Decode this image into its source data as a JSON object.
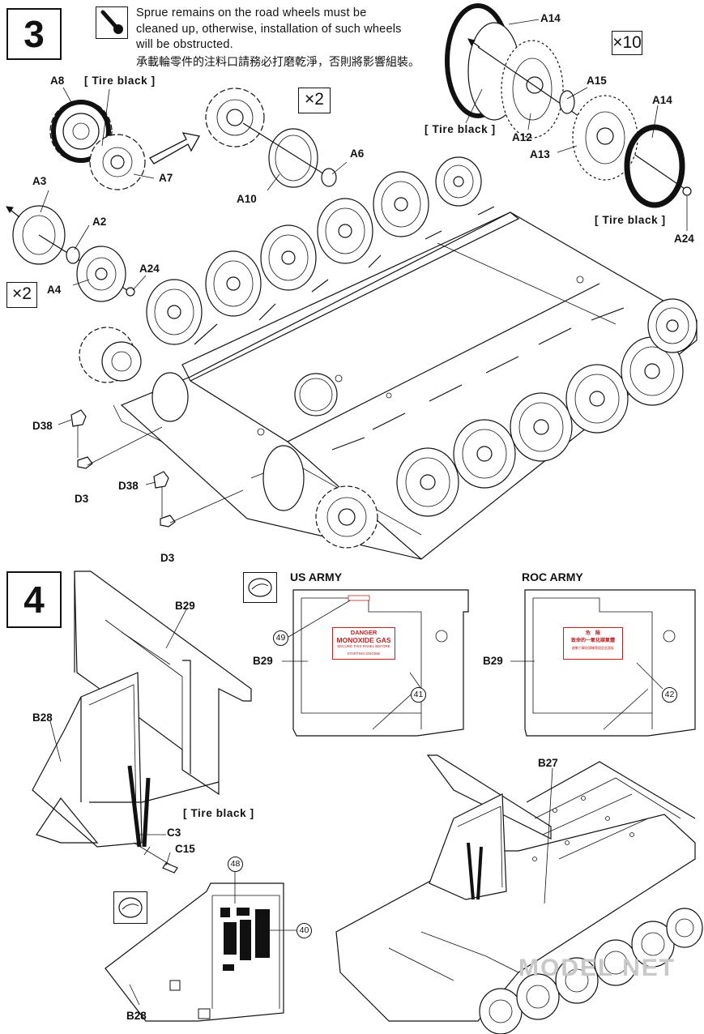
{
  "step3": {
    "number": "3",
    "note_en_1": "Sprue remains on the road wheels must be",
    "note_en_2": "cleaned up, otherwise, installation of such wheels",
    "note_en_3": "will be obstructed.",
    "note_cn": "承載輪零件的注料口請務必打磨乾淨，否則將影響組裝。",
    "multiplier_left": "×2",
    "multiplier_mid": "×2",
    "multiplier_right": "×10",
    "tire_black": "[ Tire black ]",
    "parts": {
      "A8": "A8",
      "A7": "A7",
      "A3": "A3",
      "A2": "A2",
      "A4": "A4",
      "A24": "A24",
      "A10": "A10",
      "A6": "A6",
      "A14": "A14",
      "A15": "A15",
      "A12": "A12",
      "A13": "A13",
      "D38": "D38",
      "D3": "D3"
    }
  },
  "step4": {
    "number": "4",
    "us_army": "US ARMY",
    "roc_army": "ROC ARMY",
    "tire_black": "[ Tire black ]",
    "parts": {
      "B29": "B29",
      "B28": "B28",
      "B27": "B27",
      "C3": "C3",
      "C15": "C15"
    },
    "decals": {
      "d49": "49",
      "d41": "41",
      "d42": "42",
      "d48": "48",
      "d40": "40"
    },
    "danger_1": "DANGER",
    "danger_2": "MONOXIDE GAS",
    "danger_3": "SECURE THIS PANEL BEFORE",
    "danger_4": "STARTING ENGINE",
    "cn_decal_1": "危　險",
    "cn_decal_2": "致命的一氧化碳氣體",
    "cn_decal_3": "啟動引擎前請確實固定此面板"
  },
  "watermark": "MODEL NET",
  "icons": [
    "caution-brush-icon",
    "magnifier-detail-icon"
  ]
}
